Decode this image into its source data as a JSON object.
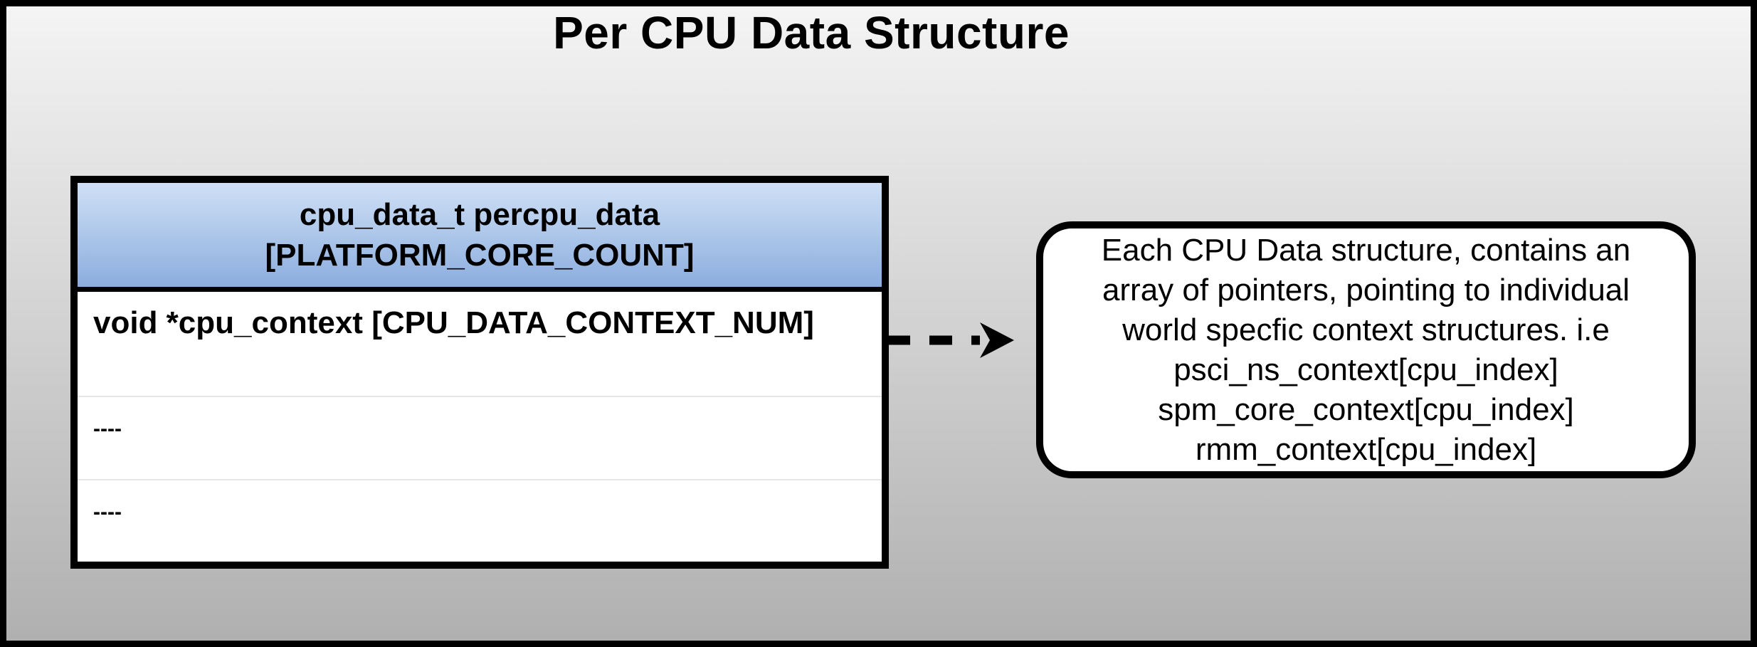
{
  "title": "Per CPU Data Structure",
  "struct_table": {
    "header_line1": "cpu_data_t percpu_data",
    "header_line2": "[PLATFORM_CORE_COUNT]",
    "rows": [
      {
        "text": "void *cpu_context [CPU_DATA_CONTEXT_NUM]"
      },
      {
        "text": "----"
      },
      {
        "text": "----"
      }
    ]
  },
  "arrow": {
    "style": "dashed",
    "direction": "right"
  },
  "callout": {
    "lines": [
      "Each CPU Data structure, contains an",
      "array of pointers, pointing to individual",
      "world specfic context structures. i.e",
      "psci_ns_context[cpu_index]",
      "spm_core_context[cpu_index]",
      "rmm_context[cpu_index]"
    ]
  },
  "colors": {
    "background_top": "#f4f4f4",
    "background_bottom": "#b0b0b0",
    "header_gradient_top": "#cfe0f5",
    "header_gradient_bottom": "#8badde",
    "border": "#000000",
    "row_divider": "#e6e6e6",
    "fill_white": "#ffffff"
  }
}
